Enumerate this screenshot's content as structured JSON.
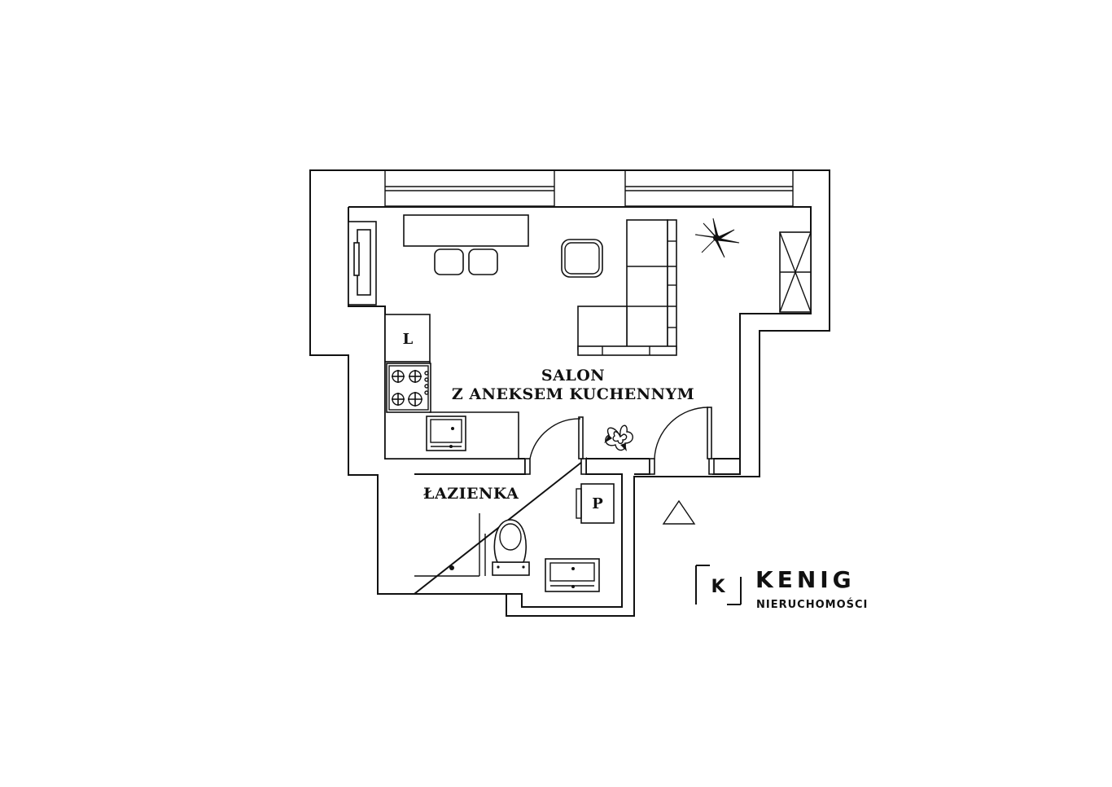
{
  "rooms": {
    "salon_line1": "SALON",
    "salon_line2": "Z ANEKSEM KUCHENNYM",
    "bathroom": "ŁAZIENKA"
  },
  "fixtures": {
    "fridge_letter": "L",
    "washer_letter": "P"
  },
  "logo": {
    "mark_letter": "K",
    "name": "KENIG",
    "subtitle": "NIERUCHOMOŚCI"
  },
  "icons": [
    "entrance-triangle-icon",
    "plant-icon",
    "succulent-icon",
    "gas-burner-icon",
    "sink-icon",
    "toilet-icon"
  ],
  "colors": {
    "ink": "#111111",
    "background": "#ffffff"
  }
}
